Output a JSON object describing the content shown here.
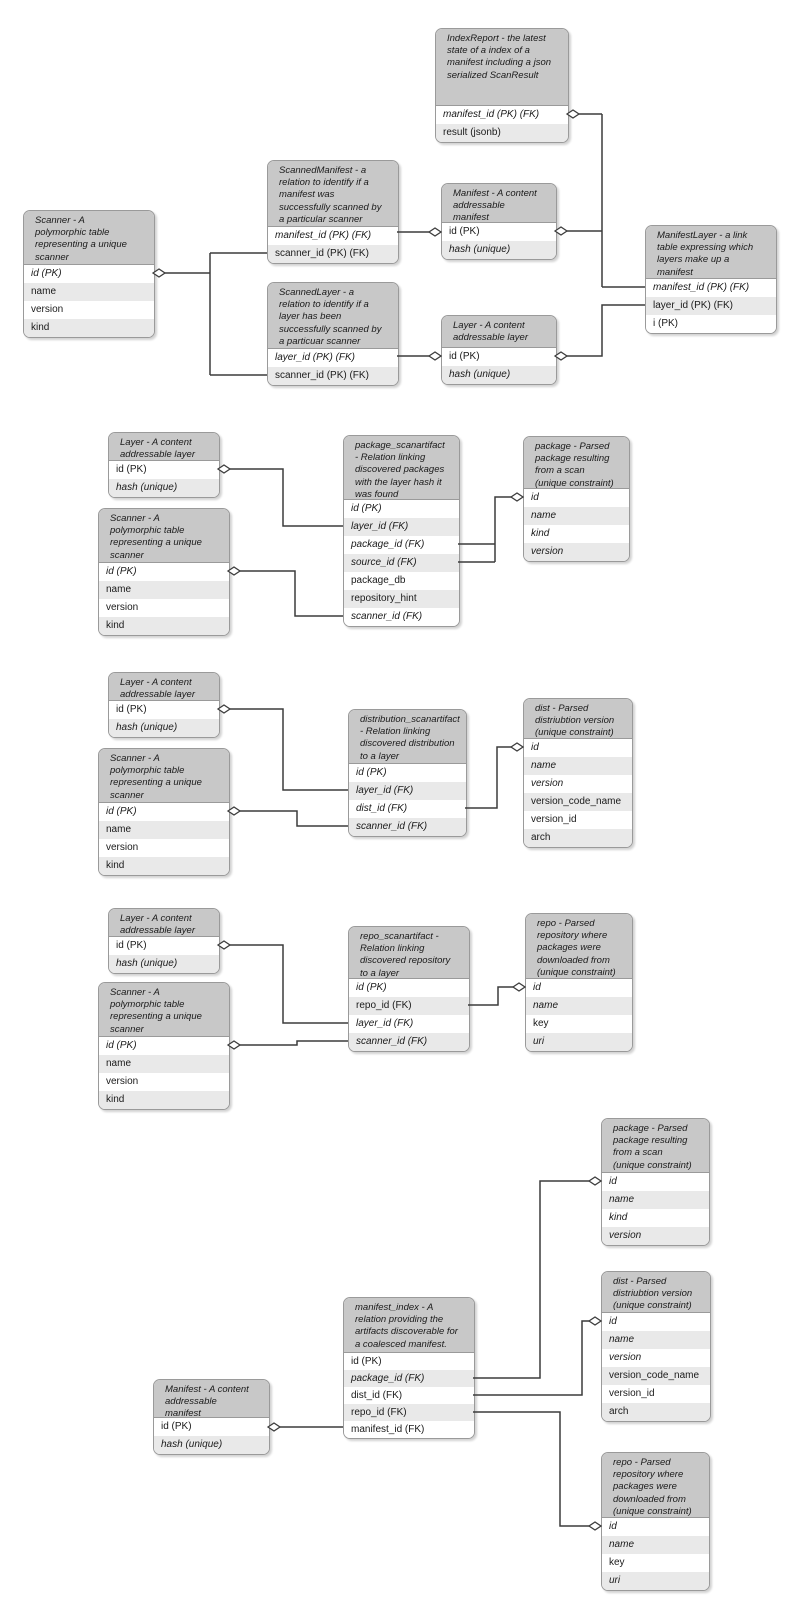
{
  "diagram": {
    "kind": "entity-relationship-diagram",
    "subject": "container scanning database schema"
  },
  "colors": {
    "background": "#ffffff",
    "header_fill": "#c8c8c8",
    "row_fill": "#ffffff",
    "row_alt_fill": "#e9e9e9",
    "border": "#9a9a9a",
    "connector": "#3c3c3c",
    "text": "#1a1a1a"
  },
  "tables": [
    {
      "id": "scanner-1",
      "entity": "Scanner",
      "header": "Scanner - A\npolymorphic table\nrepresenting a unique\nscanner",
      "rows": [
        {
          "text": "id (PK)",
          "italic": true
        },
        {
          "text": "name",
          "italic": false
        },
        {
          "text": "version",
          "italic": false
        },
        {
          "text": "kind",
          "italic": false
        }
      ]
    },
    {
      "id": "scanned-manifest",
      "entity": "ScannedManifest",
      "header": "ScannedManifest - a\nrelation to identify if a\nmanifest was\nsuccessfully scanned by\na particular scanner",
      "rows": [
        {
          "text": "manifest_id (PK) (FK)",
          "italic": true
        },
        {
          "text": "scanner_id  (PK) (FK)",
          "italic": false
        }
      ]
    },
    {
      "id": "manifest-1",
      "entity": "Manifest",
      "header": "Manifest - A content\naddressable\nmanifest",
      "rows": [
        {
          "text": "id (PK)",
          "italic": false
        },
        {
          "text": "hash (unique)",
          "italic": true
        }
      ]
    },
    {
      "id": "index-report",
      "entity": "IndexReport",
      "header": "IndexReport - the latest\nstate of a index of a\nmanifest including a json\nserialized ScanResult",
      "rows": [
        {
          "text": "manifest_id  (PK) (FK)",
          "italic": true
        },
        {
          "text": "result (jsonb)",
          "italic": false
        }
      ]
    },
    {
      "id": "scanned-layer",
      "entity": "ScannedLayer",
      "header": "ScannedLayer -  a\nrelation to identify if a\nlayer has been\nsuccessfully scanned by\na particuar scanner",
      "rows": [
        {
          "text": "layer_id (PK) (FK)",
          "italic": true
        },
        {
          "text": "scanner_id (PK) (FK)",
          "italic": false
        }
      ]
    },
    {
      "id": "layer-1",
      "entity": "Layer",
      "header": "Layer - A content\naddressable  layer",
      "rows": [
        {
          "text": "id (PK)",
          "italic": false
        },
        {
          "text": "hash (unique)",
          "italic": true
        }
      ]
    },
    {
      "id": "manifest-layer",
      "entity": "ManifestLayer",
      "header": "ManifestLayer - a link\ntable expressing which\nlayers make up a\nmanifest",
      "rows": [
        {
          "text": "manifest_id (PK) (FK)",
          "italic": true
        },
        {
          "text": "layer_id (PK) (FK)",
          "italic": false
        },
        {
          "text": "i (PK)",
          "italic": false
        }
      ]
    },
    {
      "id": "layer-2",
      "entity": "Layer",
      "header": "Layer - A content\naddressable  layer",
      "rows": [
        {
          "text": "id (PK)",
          "italic": false
        },
        {
          "text": "hash (unique)",
          "italic": true
        }
      ]
    },
    {
      "id": "scanner-2",
      "entity": "Scanner",
      "header": "Scanner - A\npolymorphic table\nrepresenting a unique\nscanner",
      "rows": [
        {
          "text": "id (PK)",
          "italic": true
        },
        {
          "text": "name",
          "italic": false
        },
        {
          "text": "version",
          "italic": false
        },
        {
          "text": "kind",
          "italic": false
        }
      ]
    },
    {
      "id": "package-scanartifact",
      "entity": "package_scanartifact",
      "header": "package_scanartifact\n- Relation linking\ndiscovered packages\nwith the layer hash it\nwas found",
      "rows": [
        {
          "text": "id (PK)",
          "italic": true
        },
        {
          "text": "layer_id (FK)",
          "italic": true
        },
        {
          "text": "package_id (FK)",
          "italic": true
        },
        {
          "text": "source_id (FK)",
          "italic": true
        },
        {
          "text": "package_db",
          "italic": false
        },
        {
          "text": "repository_hint",
          "italic": false
        },
        {
          "text": "scanner_id (FK)",
          "italic": true
        }
      ]
    },
    {
      "id": "package-1",
      "entity": "package",
      "header": "package - Parsed\npackage resulting\nfrom a scan\n(unique constraint)",
      "rows": [
        {
          "text": "id",
          "italic": true
        },
        {
          "text": "name",
          "italic": true
        },
        {
          "text": "kind",
          "italic": true
        },
        {
          "text": "version",
          "italic": true
        }
      ]
    },
    {
      "id": "layer-3",
      "entity": "Layer",
      "header": "Layer - A content\naddressable  layer",
      "rows": [
        {
          "text": "id (PK)",
          "italic": false
        },
        {
          "text": "hash (unique)",
          "italic": true
        }
      ]
    },
    {
      "id": "scanner-3",
      "entity": "Scanner",
      "header": "Scanner - A\npolymorphic table\nrepresenting a unique\nscanner",
      "rows": [
        {
          "text": "id (PK)",
          "italic": true
        },
        {
          "text": "name",
          "italic": false
        },
        {
          "text": "version",
          "italic": false
        },
        {
          "text": "kind",
          "italic": false
        }
      ]
    },
    {
      "id": "distribution-scanartifact",
      "entity": "distribution_scanartifact",
      "header": "distribution_scanartifact\n- Relation linking\ndiscovered distribution\nto a layer",
      "rows": [
        {
          "text": "id (PK)",
          "italic": true
        },
        {
          "text": "layer_id (FK)",
          "italic": true
        },
        {
          "text": "dist_id (FK)",
          "italic": true
        },
        {
          "text": "scanner_id (FK)",
          "italic": true
        }
      ]
    },
    {
      "id": "dist-1",
      "entity": "dist",
      "header": "dist - Parsed\ndistriubtion version\n(unique constraint)",
      "rows": [
        {
          "text": "id",
          "italic": true
        },
        {
          "text": "name",
          "italic": true
        },
        {
          "text": "version",
          "italic": true
        },
        {
          "text": "version_code_name",
          "italic": false
        },
        {
          "text": "version_id",
          "italic": false
        },
        {
          "text": "arch",
          "italic": false
        }
      ]
    },
    {
      "id": "layer-4",
      "entity": "Layer",
      "header": "Layer - A content\naddressable  layer",
      "rows": [
        {
          "text": "id (PK)",
          "italic": false
        },
        {
          "text": "hash (unique)",
          "italic": true
        }
      ]
    },
    {
      "id": "scanner-4",
      "entity": "Scanner",
      "header": "Scanner - A\npolymorphic table\nrepresenting a unique\nscanner",
      "rows": [
        {
          "text": "id (PK)",
          "italic": true
        },
        {
          "text": "name",
          "italic": false
        },
        {
          "text": "version",
          "italic": false
        },
        {
          "text": "kind",
          "italic": false
        }
      ]
    },
    {
      "id": "repo-scanartifact",
      "entity": "repo_scanartifact",
      "header": "repo_scanartifact -\nRelation linking\ndiscovered repository\nto a layer",
      "rows": [
        {
          "text": "id (PK)",
          "italic": true
        },
        {
          "text": "repo_id (FK)",
          "italic": false
        },
        {
          "text": "layer_id (FK)",
          "italic": true
        },
        {
          "text": "scanner_id (FK)",
          "italic": true
        }
      ]
    },
    {
      "id": "repo-1",
      "entity": "repo",
      "header": "repo - Parsed\nrepository where\npackages were\ndownloaded from\n(unique constraint)",
      "rows": [
        {
          "text": "id",
          "italic": true
        },
        {
          "text": "name",
          "italic": true
        },
        {
          "text": "key",
          "italic": false
        },
        {
          "text": "uri",
          "italic": true
        }
      ]
    },
    {
      "id": "package-2",
      "entity": "package",
      "header": "package - Parsed\npackage resulting\nfrom a scan\n(unique constraint)",
      "rows": [
        {
          "text": "id",
          "italic": true
        },
        {
          "text": "name",
          "italic": true
        },
        {
          "text": "kind",
          "italic": true
        },
        {
          "text": "version",
          "italic": true
        }
      ]
    },
    {
      "id": "dist-2",
      "entity": "dist",
      "header": "dist - Parsed\ndistriubtion version\n(unique constraint)",
      "rows": [
        {
          "text": "id",
          "italic": true
        },
        {
          "text": "name",
          "italic": true
        },
        {
          "text": "version",
          "italic": true
        },
        {
          "text": "version_code_name",
          "italic": false
        },
        {
          "text": "version_id",
          "italic": false
        },
        {
          "text": "arch",
          "italic": false
        }
      ]
    },
    {
      "id": "manifest-index",
      "entity": "manifest_index",
      "header": "manifest_index - A\nrelation providing the\nartifacts discoverable for\na coalesced manifest.",
      "rows": [
        {
          "text": "id (PK)",
          "italic": false
        },
        {
          "text": "package_id (FK)",
          "italic": true
        },
        {
          "text": "dist_id (FK)",
          "italic": false
        },
        {
          "text": "repo_id (FK)",
          "italic": false
        },
        {
          "text": "manifest_id (FK)",
          "italic": false
        }
      ]
    },
    {
      "id": "manifest-2",
      "entity": "Manifest",
      "header": "Manifest - A content\naddressable\nmanifest",
      "rows": [
        {
          "text": "id (PK)",
          "italic": false
        },
        {
          "text": "hash (unique)",
          "italic": true
        }
      ]
    },
    {
      "id": "repo-2",
      "entity": "repo",
      "header": "repo - Parsed\nrepository where\npackages were\ndownloaded from\n(unique constraint)",
      "rows": [
        {
          "text": "id",
          "italic": true
        },
        {
          "text": "name",
          "italic": true
        },
        {
          "text": "key",
          "italic": false
        },
        {
          "text": "uri",
          "italic": true
        }
      ]
    }
  ],
  "relationships": [
    {
      "from": "scanner-1.id",
      "to": "scanned-manifest.scanner_id"
    },
    {
      "from": "scanner-1.id",
      "to": "scanned-layer.scanner_id"
    },
    {
      "from": "scanned-manifest.manifest_id",
      "to": "manifest-1.id"
    },
    {
      "from": "scanned-layer.layer_id",
      "to": "layer-1.id"
    },
    {
      "from": "manifest-1.id",
      "to": "index-report.manifest_id"
    },
    {
      "from": "manifest-1.id",
      "to": "manifest-layer.manifest_id"
    },
    {
      "from": "layer-1.id",
      "to": "manifest-layer.layer_id"
    },
    {
      "from": "layer-2.id",
      "to": "package-scanartifact.layer_id"
    },
    {
      "from": "scanner-2.id",
      "to": "package-scanartifact.scanner_id"
    },
    {
      "from": "package-1.id",
      "to": "package-scanartifact.package_id"
    },
    {
      "from": "package-1.id",
      "to": "package-scanartifact.source_id"
    },
    {
      "from": "layer-3.id",
      "to": "distribution-scanartifact.layer_id"
    },
    {
      "from": "scanner-3.id",
      "to": "distribution-scanartifact.scanner_id"
    },
    {
      "from": "dist-1.id",
      "to": "distribution-scanartifact.dist_id"
    },
    {
      "from": "layer-4.id",
      "to": "repo-scanartifact.layer_id"
    },
    {
      "from": "scanner-4.id",
      "to": "repo-scanartifact.scanner_id"
    },
    {
      "from": "repo-1.id",
      "to": "repo-scanartifact.repo_id"
    },
    {
      "from": "manifest-2.id",
      "to": "manifest-index.manifest_id"
    },
    {
      "from": "package-2.id",
      "to": "manifest-index.package_id"
    },
    {
      "from": "dist-2.id",
      "to": "manifest-index.dist_id"
    },
    {
      "from": "repo-2.id",
      "to": "manifest-index.repo_id"
    }
  ]
}
